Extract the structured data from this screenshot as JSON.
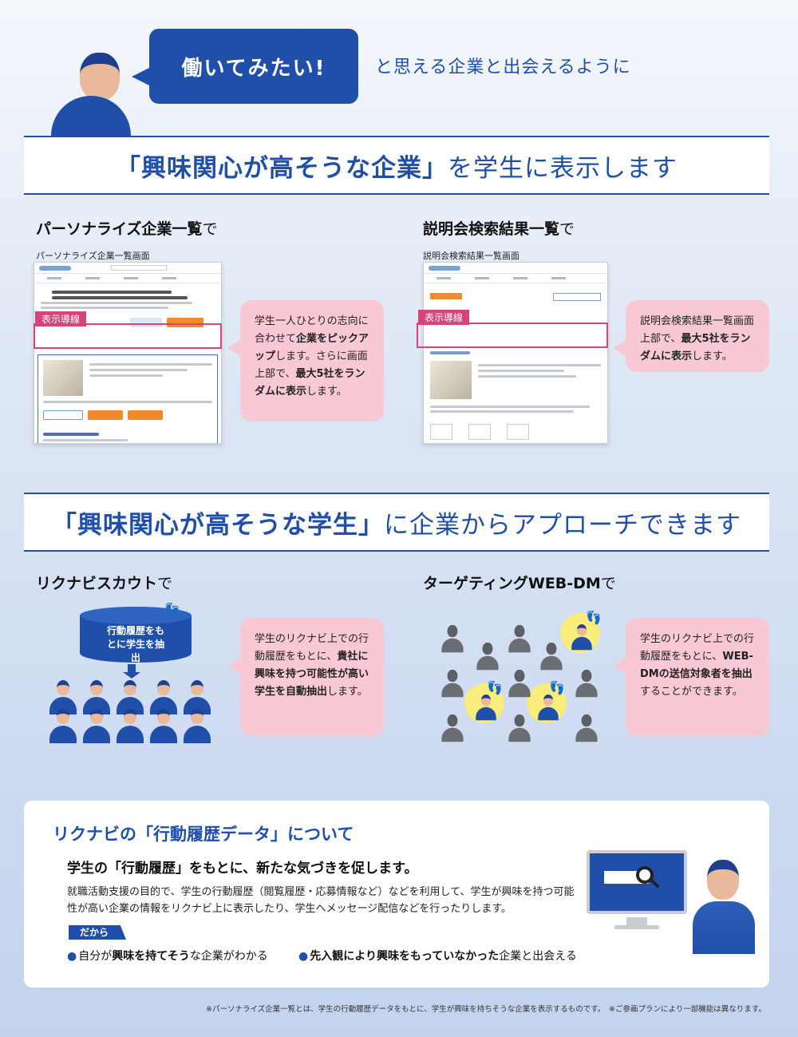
{
  "header": {
    "bubble": "働いてみたい!",
    "tagline": "と思える企業と出会えるように"
  },
  "section1": {
    "banner_bold": "「興味関心が高そうな企業」",
    "banner_rest": "を学生に表示します",
    "left": {
      "heading_bold": "パーソナライズ企業一覧",
      "heading_tail": "で",
      "caption": "パーソナライズ企業一覧画面",
      "highlight_label": "表示導線",
      "note_parts": [
        "学生一人ひとりの志向に合わせて",
        "企業をピックアップ",
        "します。さらに画面上部で、",
        "最大5社をランダムに表示",
        "します。"
      ]
    },
    "right": {
      "heading_bold": "説明会検索結果一覧",
      "heading_tail": "で",
      "caption": "説明会検索結果一覧画面",
      "highlight_label": "表示導線",
      "note_parts": [
        "説明会検索結果一覧画面上部で、",
        "最大5社をランダムに表示",
        "します。"
      ]
    }
  },
  "section2": {
    "banner_bold": "「興味関心が高そうな学生」",
    "banner_rest": "に企業からアプローチできます",
    "left": {
      "heading_bold": "リクナビスカウト",
      "heading_tail": "で",
      "cylinder_text": "行動履歴をもとに学生を抽出",
      "note_parts": [
        "学生のリクナビ上での行動履歴をもとに、",
        "貴社に興味を持つ可能性が高い学生を自動抽出",
        "します。"
      ]
    },
    "right": {
      "heading_bold": "ターゲティングWEB-DM",
      "heading_tail": "で",
      "note_parts": [
        "学生のリクナビ上での行動履歴をもとに、",
        "WEB-DMの送信対象者を抽出",
        "することができます。"
      ]
    }
  },
  "card": {
    "title": "リクナビの「行動履歴データ」について",
    "lead": "学生の「行動履歴」をもとに、新たな気づきを促します。",
    "body": "就職活動支援の目的で、学生の行動履歴（閲覧履歴・応募情報など）などを利用して、学生が興味を持つ可能性が高い企業の情報をリクナビ上に表示したり、学生へメッセージ配信などを行ったりします。",
    "dakara": "だから",
    "point1_pre": "自分が",
    "point1_bold": "興味を持てそう",
    "point1_post": "な企業がわかる",
    "point2_bold": "先入観により興味をもっていなかった",
    "point2_post": "企業と出会える"
  },
  "footnote": "※パーソナライズ企業一覧とは、学生の行動履歴データをもとに、学生が興味を持ちそうな企業を表示するものです。　※ご参画プランにより一部機能は異なります。",
  "colors": {
    "brand_blue": "#1f4fa8",
    "pink": "#f8c8d4",
    "highlight": "#d4457a",
    "footprint_yellow": "#f7ec7c"
  }
}
